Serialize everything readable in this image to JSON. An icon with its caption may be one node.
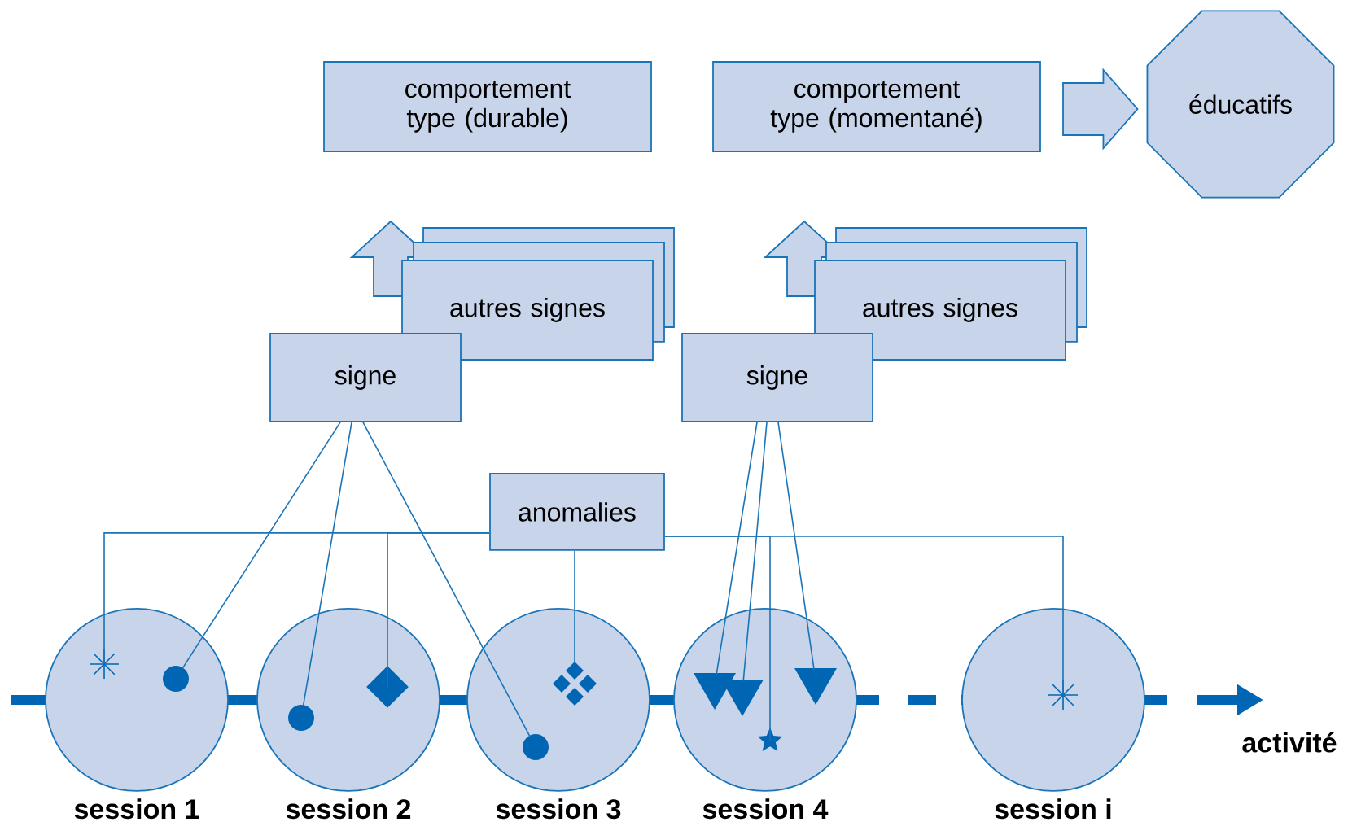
{
  "diagram": {
    "nodes": [
      {
        "text": [
          "comportement type (durable)"
        ]
      },
      {
        "text": [
          "comportement type (momentané)"
        ]
      },
      {
        "text": [
          "éducatifs"
        ]
      },
      {
        "text": [
          "autres signes"
        ]
      },
      {
        "text": [
          "autres signes"
        ]
      },
      {
        "text": [
          "signe"
        ]
      },
      {
        "text": [
          "signe"
        ]
      },
      {
        "text": [
          "anomalies"
        ]
      },
      {
        "text": [],
        "shape": "circle",
        "beside": [
          "session 1"
        ]
      },
      {
        "text": [],
        "shape": "circle",
        "beside": [
          "session 2"
        ]
      },
      {
        "text": [],
        "shape": "circle",
        "beside": [
          "session 3"
        ]
      },
      {
        "text": [],
        "shape": "circle",
        "beside": [
          "session 4"
        ]
      },
      {
        "text": [],
        "shape": "circle",
        "beside": [
          "session i"
        ]
      },
      {
        "text": [],
        "shape": "asterisk",
        "in": 8
      },
      {
        "text": [],
        "shape": "circle",
        "in": 8
      },
      {
        "text": [],
        "shape": "circle",
        "in": 9
      },
      {
        "text": [],
        "shape": "diamond",
        "in": 9
      },
      {
        "text": [],
        "shape": "circle",
        "in": 10
      },
      {
        "text": [],
        "shape": "diamonds",
        "in": 10
      },
      {
        "text": [],
        "shape": "triangle",
        "in": 11
      },
      {
        "text": [],
        "shape": "triangle",
        "in": 11
      },
      {
        "text": [],
        "shape": "triangle",
        "in": 11
      },
      {
        "text": [],
        "shape": "star",
        "in": 11
      },
      {
        "text": [],
        "shape": "asterisk",
        "in": 12
      }
    ],
    "edges": [
      {
        "from": 1,
        "to": 2,
        "arrow": "to"
      },
      {
        "from": 5,
        "to": 14,
        "arrow": "none"
      },
      {
        "from": 5,
        "to": 15,
        "arrow": "none"
      },
      {
        "from": 5,
        "to": 17,
        "arrow": "none"
      },
      {
        "from": 6,
        "to": 19,
        "arrow": "none"
      },
      {
        "from": 6,
        "to": 20,
        "arrow": "none"
      },
      {
        "from": 6,
        "to": 21,
        "arrow": "none"
      },
      {
        "from": 7,
        "to": 13,
        "arrow": "none"
      },
      {
        "from": 7,
        "to": 16,
        "arrow": "none"
      },
      {
        "from": 7,
        "to": 18,
        "arrow": "none"
      },
      {
        "from": 7,
        "to": 22,
        "arrow": "none"
      },
      {
        "from": 7,
        "to": 23,
        "arrow": "none"
      }
    ],
    "labels": [
      "activité"
    ]
  }
}
